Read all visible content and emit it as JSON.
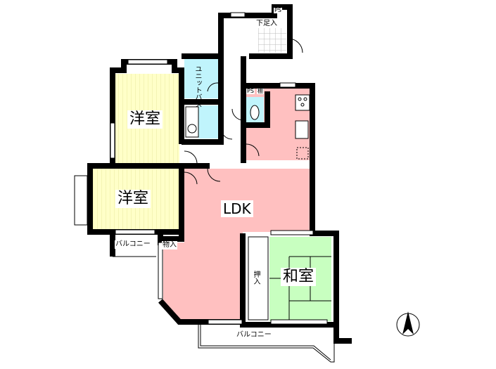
{
  "rooms": {
    "western_room_1": "洋室",
    "western_room_2": "洋室",
    "ldk": "LDK",
    "japanese_room": "和室",
    "closet": "押入",
    "storage": "物入",
    "balcony_small": "バルコニー",
    "balcony_large": "バルコニー",
    "unit_bath": "ユニットバス",
    "shoe_cabinet": "下足入",
    "ps_top": "PS",
    "ps_toilet": "PS",
    "shelf": "棚"
  },
  "colors": {
    "western": "#ffffc8",
    "ldk": "#ffc0c0",
    "wet": "#c0f4fc",
    "tatami": "#c8ffc0",
    "wall": "#000000"
  }
}
